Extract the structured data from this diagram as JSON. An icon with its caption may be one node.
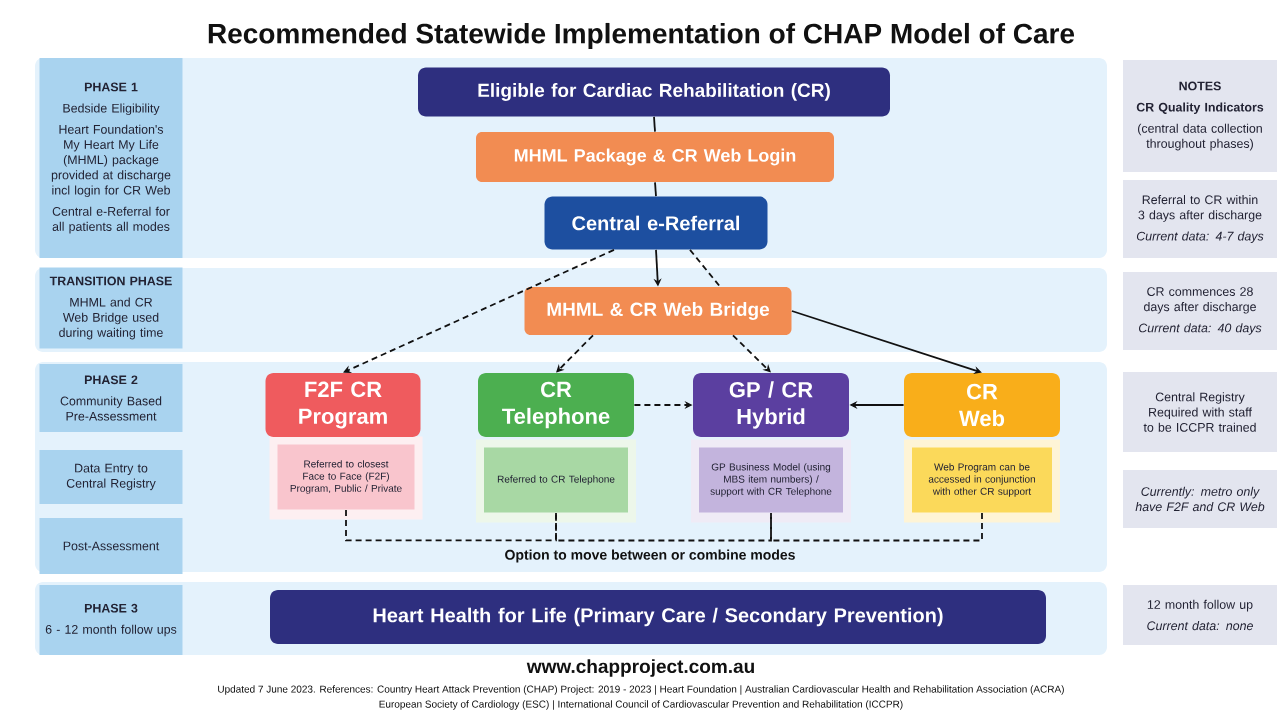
{
  "diagram": {
    "title": "Recommended Statewide Implementation of CHAP Model of Care",
    "nodes": [
      {
        "text": [
          "Eligible for Cardiac Rehabilitation (CR)"
        ]
      },
      {
        "text": [
          "MHML Package & CR Web Login"
        ]
      },
      {
        "text": [
          "Central e-Referral"
        ]
      },
      {
        "text": [
          "MHML & CR Web Bridge"
        ]
      },
      {
        "text": [
          "F2F CR Program"
        ]
      },
      {
        "text": [
          "CR Telephone"
        ]
      },
      {
        "text": [
          "GP / CR Hybrid"
        ]
      },
      {
        "text": [
          "CR Web"
        ]
      },
      {
        "text": [
          "Referred to closest Face to Face (F2F) Program, Public / Private"
        ]
      },
      {
        "text": [
          "Referred to CR Telephone"
        ]
      },
      {
        "text": [
          "GP Business Model (using MBS item numbers) / support with CR Telephone"
        ]
      },
      {
        "text": [
          "Web Program can be accessed in conjunction with other CR support"
        ]
      },
      {
        "text": [
          "Heart Health for Life (Primary Care / Secondary Prevention)"
        ]
      },
      {
        "text": [
          "PHASE 1",
          "Bedside Eligibility",
          "Heart Foundation's My Heart My Life (MHML) package provided at discharge incl login for CR Web",
          "Central e-Referral for all patients all modes"
        ]
      },
      {
        "text": [
          "TRANSITION PHASE",
          "MHML and CR Web Bridge used during waiting time"
        ]
      },
      {
        "text": [
          "PHASE 2",
          "Community Based Pre-Assessment"
        ]
      },
      {
        "text": [
          "Data Entry to Central Registry"
        ]
      },
      {
        "text": [
          "Post-Assessment"
        ]
      },
      {
        "text": [
          "PHASE 3",
          "6 - 12 month follow ups"
        ]
      },
      {
        "text": [
          "NOTES",
          "CR Quality Indicators",
          "(central data collection throughout phases)"
        ]
      },
      {
        "text": [
          "Referral to CR within 3 days after discharge",
          "Current data: 4-7 days"
        ]
      },
      {
        "text": [
          "CR commences 28 days after discharge",
          "Current data: 40 days"
        ]
      },
      {
        "text": [
          "Central Registry Required with staff to be ICCPR trained"
        ]
      },
      {
        "text": [
          "Currently: metro only have F2F and CR Web"
        ]
      },
      {
        "text": [
          "12 month follow up",
          "Current data: none"
        ]
      }
    ],
    "edges": [
      {
        "from": 0,
        "to": 1,
        "arrow": "none"
      },
      {
        "from": 1,
        "to": 2,
        "arrow": "none"
      },
      {
        "from": 2,
        "to": 3,
        "arrow": "to"
      },
      {
        "from": 2,
        "to": 4,
        "arrow": "to",
        "style": "dashed"
      },
      {
        "from": 2,
        "to": 3,
        "arrow": "none",
        "style": "dashed"
      },
      {
        "from": 3,
        "to": 5,
        "arrow": "to",
        "style": "dashed"
      },
      {
        "from": 3,
        "to": 6,
        "arrow": "to",
        "style": "dashed"
      },
      {
        "from": 3,
        "to": 7,
        "arrow": "to"
      },
      {
        "from": 5,
        "to": 6,
        "arrow": "to",
        "style": "dashed"
      },
      {
        "from": 7,
        "to": 6,
        "arrow": "to"
      },
      {
        "from": 8,
        "to": 9,
        "arrow": "none",
        "style": "dashed"
      },
      {
        "from": 9,
        "to": 10,
        "arrow": "none",
        "style": "dashed",
        "label": "Option to move between or combine modes"
      },
      {
        "from": 10,
        "to": 11,
        "arrow": "none",
        "style": "dashed"
      }
    ],
    "labels": [
      "www.chapproject.com.au",
      "Updated 7 June 2023. References: Country Heart Attack Prevention (CHAP) Project: 2019 - 2023 | Heart Foundation | Australian Cardiovascular Health and Rehabilitation Association (ACRA)",
      "European Society of Cardiology (ESC) |  International Council of Cardiovascular Prevention and Rehabilitation (ICCPR)"
    ]
  }
}
